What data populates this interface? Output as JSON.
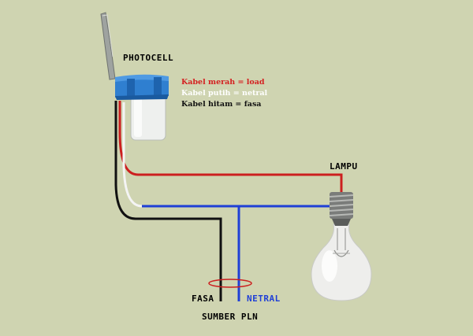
{
  "labels": {
    "photocell": "PHOTOCELL",
    "lampu": "LAMPU",
    "fasa": "FASA",
    "netral": "NETRAL",
    "sumber": "SUMBER PLN"
  },
  "legend": [
    {
      "text": "Kabel merah = load",
      "color": "#d42020"
    },
    {
      "text": "Kabel putih = netral",
      "color": "#ffffff"
    },
    {
      "text": "Kabel hitam = fasa",
      "color": "#111111"
    }
  ],
  "colors": {
    "background": "#cfd4b1",
    "red_wire": "#cc1f1f",
    "blue_wire": "#1f3fd6",
    "black_wire": "#111111",
    "white_wire": "#f4f4f4",
    "photocell_cap": "#2f7fd0",
    "netral_text": "#1f3fd6"
  }
}
